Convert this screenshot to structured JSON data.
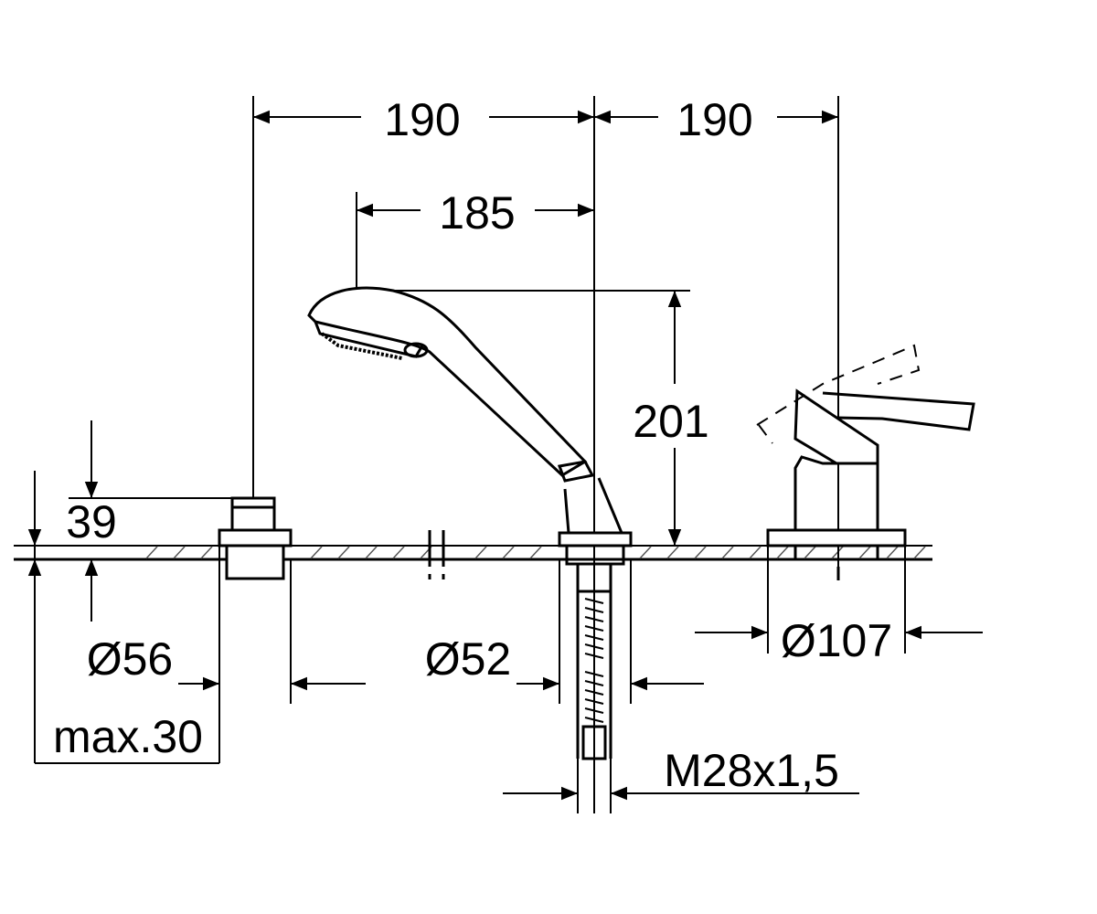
{
  "drawing": {
    "dimensions": {
      "spacing_left": "190",
      "spacing_right": "190",
      "handshower_reach": "185",
      "handshower_height": "201",
      "diverter_height": "39",
      "deck_thickness": "max.30",
      "diverter_diameter": "Ø56",
      "hose_outlet_diameter": "Ø52",
      "mixer_base_diameter": "Ø107",
      "thread": "M28x1,5"
    },
    "colors": {
      "line": "#000000",
      "background": "#ffffff"
    }
  }
}
